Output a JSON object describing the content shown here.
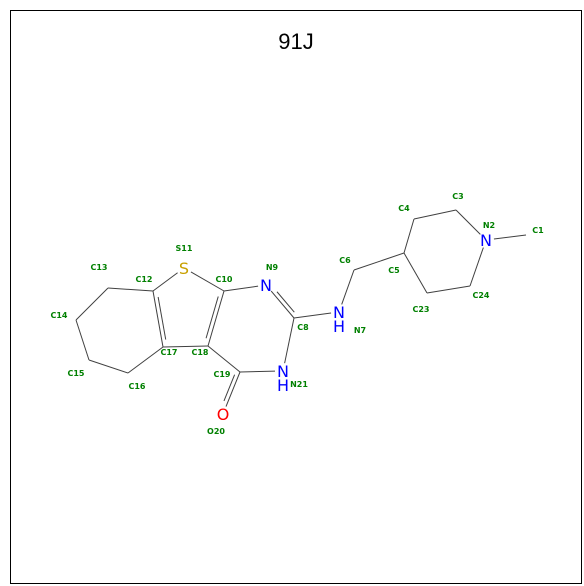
{
  "title": "91J",
  "colors": {
    "bond": "#404040",
    "carbon_index": "#008000",
    "nitrogen": "#0000ff",
    "sulfur": "#c8a000",
    "oxygen": "#ff0000",
    "frame": "#000000"
  },
  "atoms": [
    {
      "id": "N2",
      "element": "N",
      "symbol": "N"
    },
    {
      "id": "N7",
      "element": "N",
      "symbol": "N",
      "hydrogen": "H"
    },
    {
      "id": "N9",
      "element": "N",
      "symbol": "N"
    },
    {
      "id": "S11",
      "element": "S",
      "symbol": "S"
    },
    {
      "id": "O20",
      "element": "O",
      "symbol": "O"
    },
    {
      "id": "N21",
      "element": "N",
      "symbol": "N",
      "hydrogen": "H"
    }
  ],
  "atom_index_labels": [
    "C1",
    "N2",
    "C3",
    "C4",
    "C5",
    "C6",
    "N7",
    "C8",
    "N9",
    "C10",
    "S11",
    "C12",
    "C13",
    "C14",
    "C15",
    "C16",
    "C17",
    "C18",
    "C19",
    "O20",
    "N21",
    "C23",
    "C24"
  ]
}
